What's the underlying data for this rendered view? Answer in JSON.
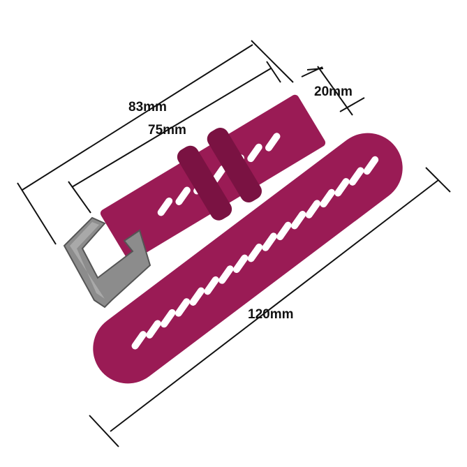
{
  "colors": {
    "strap": "#9a1b55",
    "strap_shadow": "#7a1242",
    "buckle": "#8e8e8e",
    "line": "#111111"
  },
  "dimensions": {
    "keeper_outer": "83mm",
    "keeper_inner": "75mm",
    "width": "20mm",
    "long_strap": "120mm"
  }
}
